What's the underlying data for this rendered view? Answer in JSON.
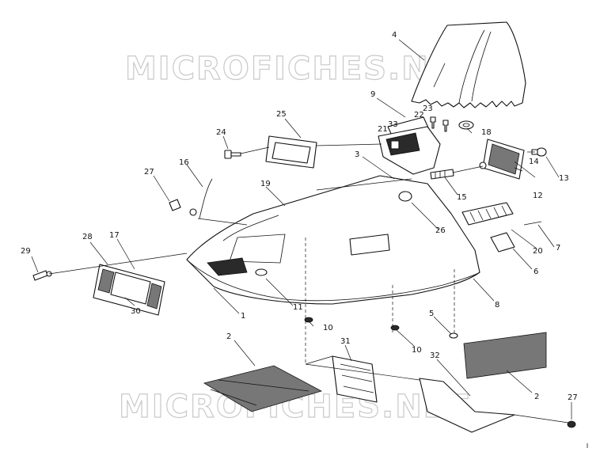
{
  "watermark": {
    "top": "MICROFICHES.NET",
    "bottom": "MICROFICHES.NET"
  },
  "callouts": {
    "c1": "1",
    "c2a": "2",
    "c2b": "2",
    "c3": "3",
    "c4": "4",
    "c5": "5",
    "c6": "6",
    "c7": "7",
    "c8": "8",
    "c9": "9",
    "c10a": "10",
    "c10b": "10",
    "c11": "11",
    "c12": "12",
    "c13": "13",
    "c14": "14",
    "c15": "15",
    "c16": "16",
    "c17": "17",
    "c18": "18",
    "c19": "19",
    "c20": "20",
    "c21": "21",
    "c22": "22",
    "c23": "23",
    "c24": "24",
    "c25": "25",
    "c26": "26",
    "c27a": "27",
    "c27b": "27",
    "c28": "28",
    "c29": "29",
    "c30": "30",
    "c31": "31",
    "c32": "32",
    "c33": "33"
  }
}
